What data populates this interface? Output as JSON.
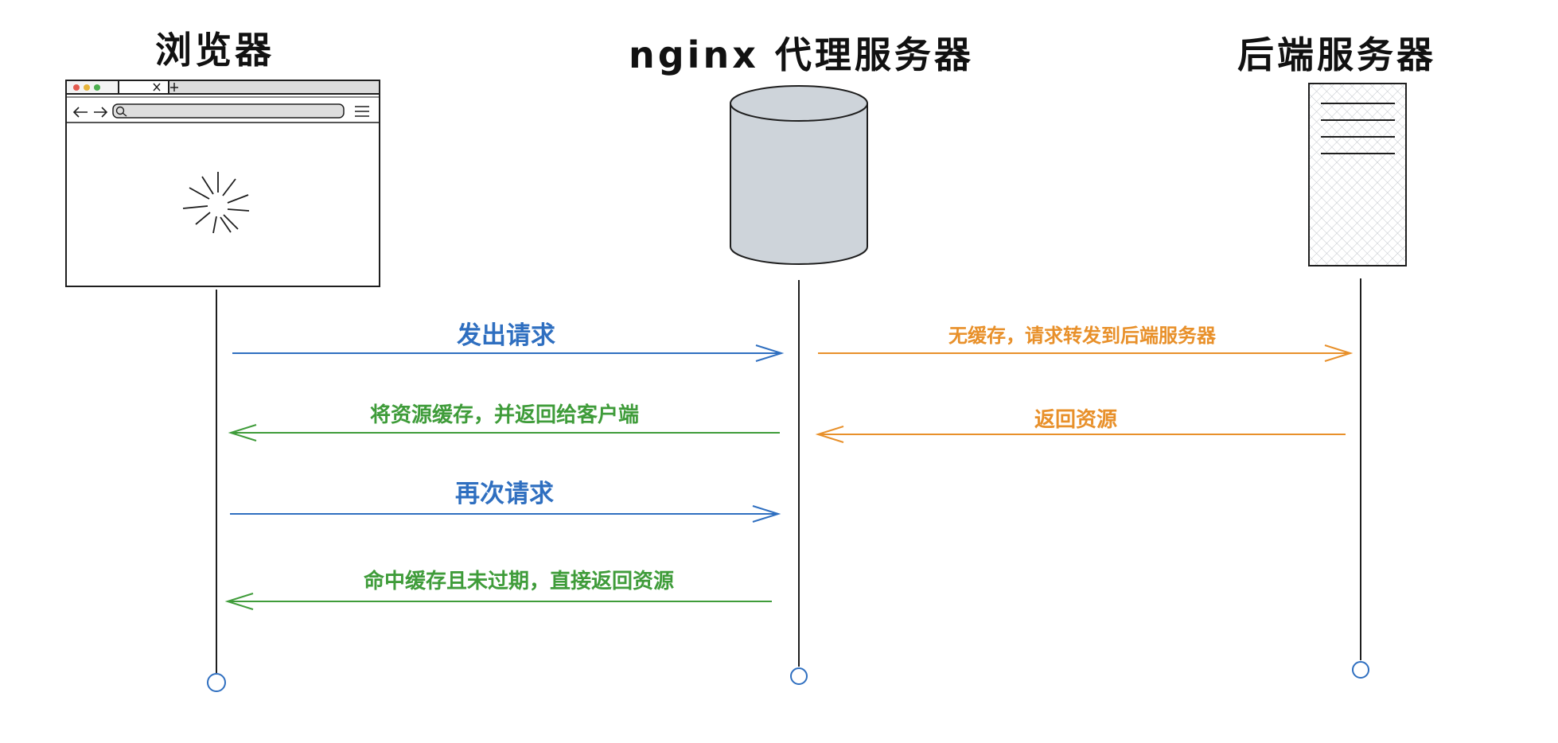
{
  "participants": {
    "browser": "浏览器",
    "proxy": "nginx 代理服务器",
    "backend": "后端服务器"
  },
  "messages": {
    "m1": "发出请求",
    "m2": "无缓存，请求转发到后端服务器",
    "m3": "将资源缓存，并返回给客户端",
    "m4": "返回资源",
    "m5": "再次请求",
    "m6": "命中缓存且未过期，直接返回资源"
  },
  "colors": {
    "request": "#2f6fc0",
    "cache_response": "#3f9c3a",
    "backend_flow": "#e8902a",
    "cylinder": "#ced4da",
    "line": "#1e1e1e"
  },
  "icons": {
    "browser": "browser-window-icon",
    "proxy": "database-cylinder-icon",
    "backend": "server-rack-icon"
  }
}
